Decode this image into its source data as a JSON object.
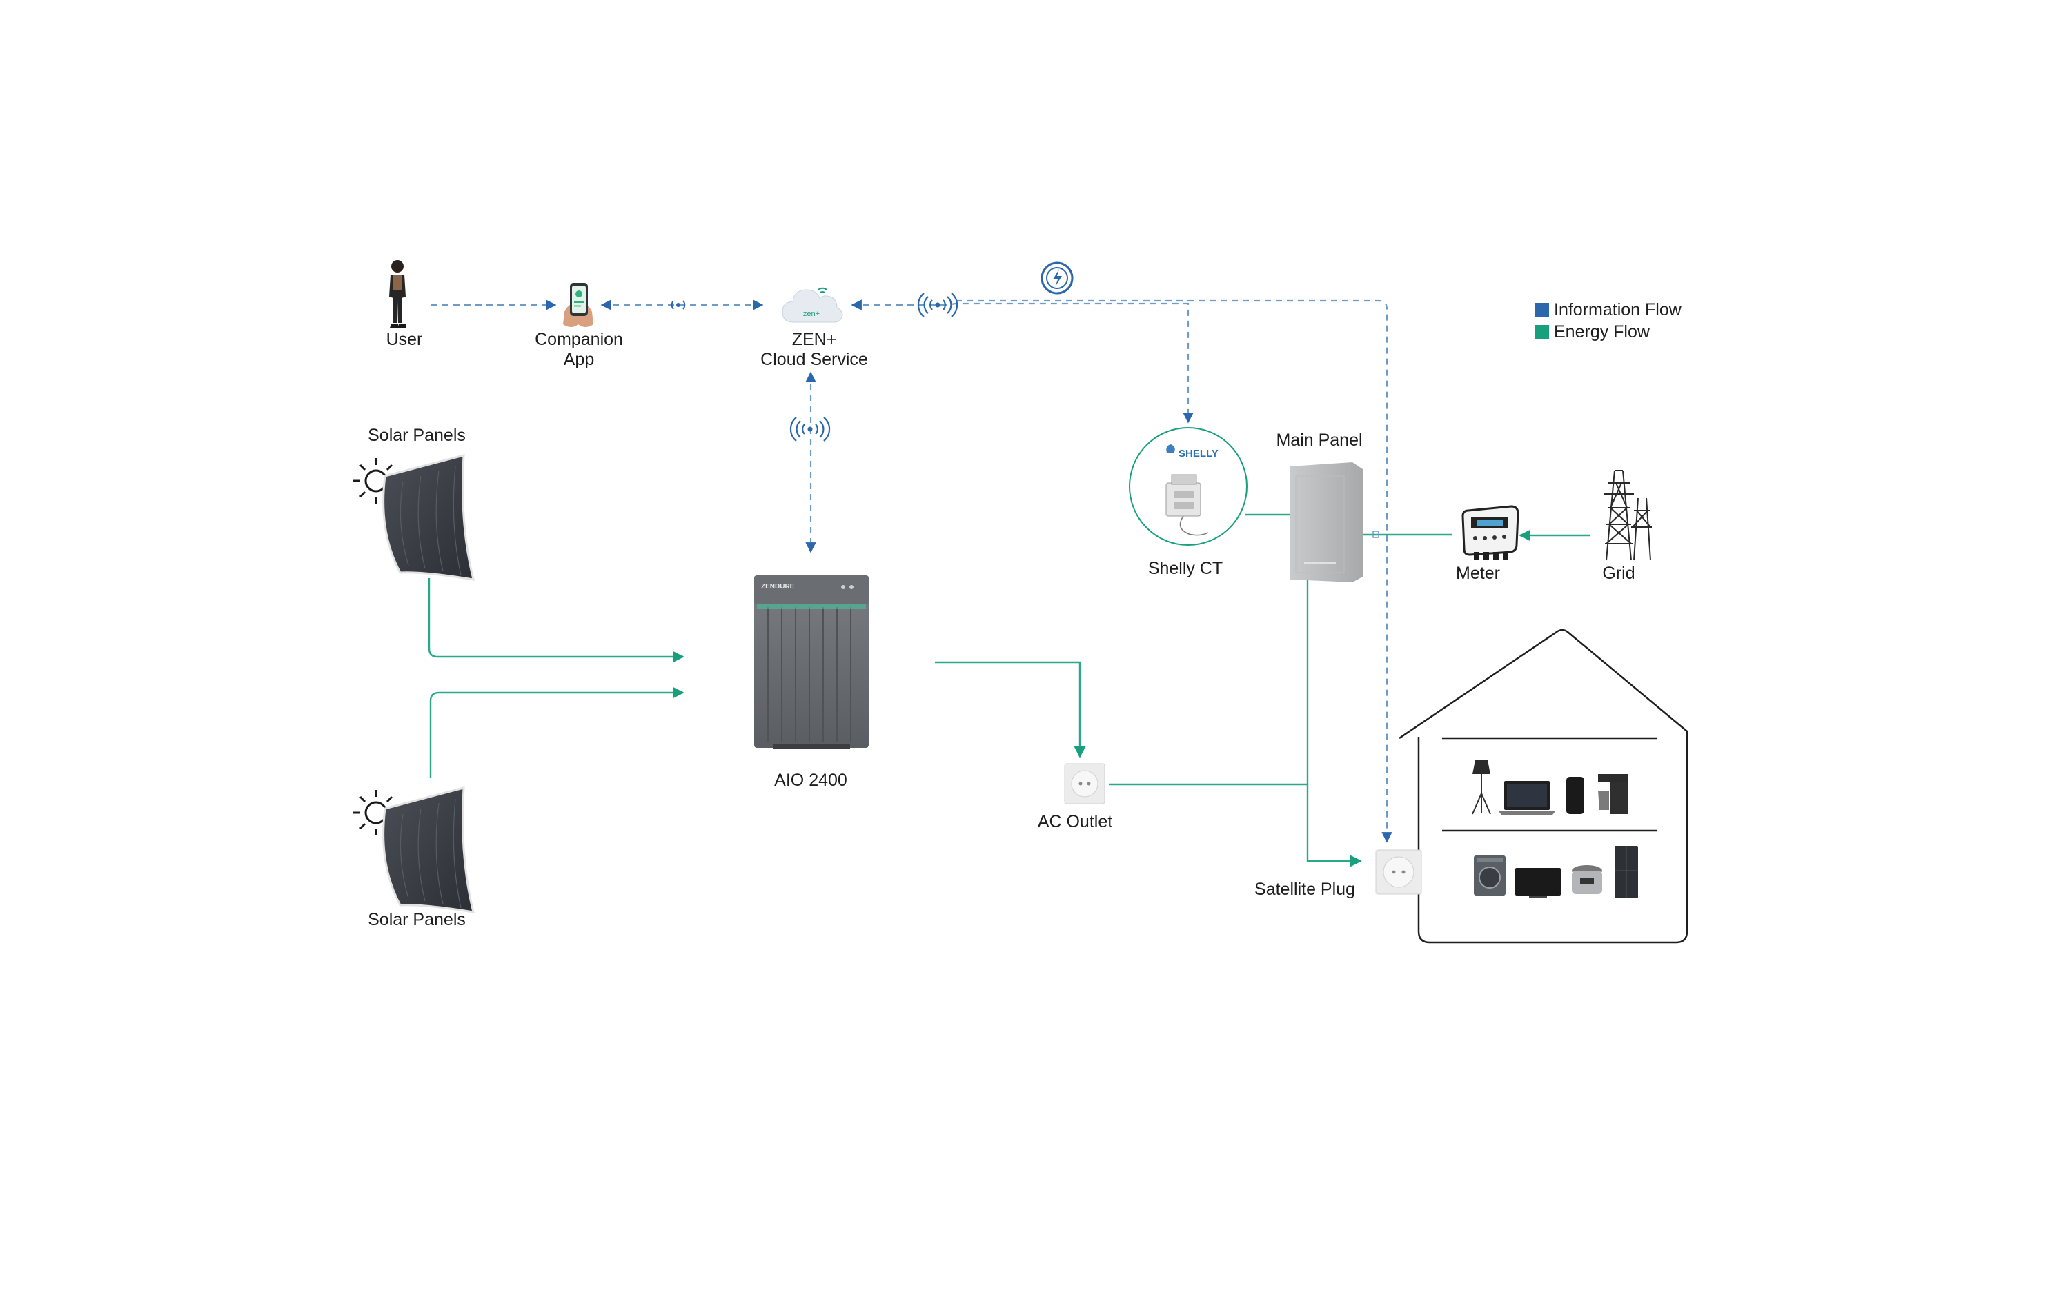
{
  "colors": {
    "information_flow": "#2a67ad",
    "energy_flow": "#18a07c",
    "dashed_line": "#6f9bc7",
    "energy_line": "#2aa98a",
    "outline": "#1e1e1e"
  },
  "legend": {
    "items": [
      {
        "label": "Information Flow",
        "color": "#2a67ad"
      },
      {
        "label": "Energy Flow",
        "color": "#18a07c"
      }
    ]
  },
  "nodes": {
    "user": {
      "label": "User",
      "icon": "person-with-phone"
    },
    "companion_app": {
      "label_line1": "Companion",
      "label_line2": "App",
      "icon": "hand-holding-phone"
    },
    "cloud": {
      "label_line1": "ZEN+",
      "label_line2": "Cloud Service",
      "icon": "cloud",
      "badge": "zen+"
    },
    "solar_top": {
      "label": "Solar Panels",
      "icon": "flexible-solar-panel-with-sun"
    },
    "solar_bottom": {
      "label": "Solar Panels",
      "icon": "flexible-solar-panel-with-sun"
    },
    "aio": {
      "label": "AIO 2400",
      "icon": "battery-unit",
      "brand": "ZENDURE"
    },
    "ac_outlet": {
      "label": "AC Outlet",
      "icon": "wall-socket"
    },
    "shelly": {
      "label": "Shelly CT",
      "icon": "din-rail-meter",
      "brand": "SHELLY"
    },
    "main_panel": {
      "label": "Main Panel",
      "icon": "electrical-panel"
    },
    "meter": {
      "label": "Meter",
      "icon": "electric-meter"
    },
    "grid": {
      "label": "Grid",
      "icon": "power-pylon"
    },
    "satellite_plug": {
      "label": "Satellite Plug",
      "icon": "wall-socket"
    },
    "house": {
      "icon": "house-with-appliances"
    }
  }
}
